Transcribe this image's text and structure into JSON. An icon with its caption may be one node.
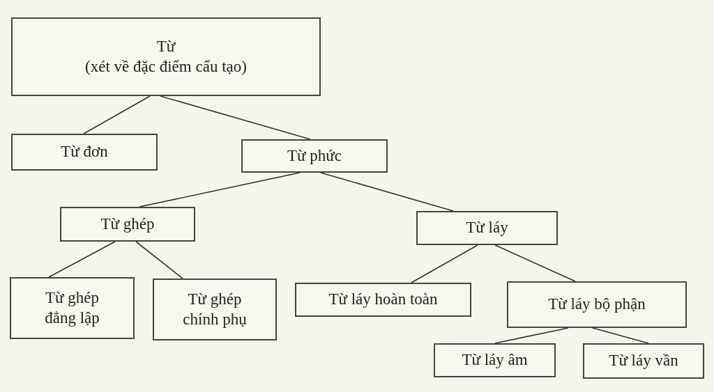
{
  "diagram": {
    "nodes": [
      {
        "text": [
          "Từ",
          "(xét về đặc điểm cấu tạo)"
        ]
      },
      {
        "text": [
          "Từ đơn"
        ]
      },
      {
        "text": [
          "Từ phức"
        ]
      },
      {
        "text": [
          "Từ ghép"
        ]
      },
      {
        "text": [
          "Từ láy"
        ]
      },
      {
        "text": [
          "Từ ghép đẳng lập"
        ]
      },
      {
        "text": [
          "Từ ghép chính phụ"
        ]
      },
      {
        "text": [
          "Từ láy hoàn toàn"
        ]
      },
      {
        "text": [
          "Từ láy bộ phận"
        ]
      },
      {
        "text": [
          "Từ láy âm"
        ]
      },
      {
        "text": [
          "Từ láy vần"
        ]
      }
    ],
    "edges": [
      {
        "from": 0,
        "to": 1,
        "arrow": "none"
      },
      {
        "from": 0,
        "to": 2,
        "arrow": "none"
      },
      {
        "from": 2,
        "to": 3,
        "arrow": "none"
      },
      {
        "from": 2,
        "to": 4,
        "arrow": "none"
      },
      {
        "from": 3,
        "to": 5,
        "arrow": "none"
      },
      {
        "from": 3,
        "to": 6,
        "arrow": "none"
      },
      {
        "from": 4,
        "to": 7,
        "arrow": "none"
      },
      {
        "from": 4,
        "to": 8,
        "arrow": "none"
      },
      {
        "from": 8,
        "to": 9,
        "arrow": "none"
      },
      {
        "from": 8,
        "to": 10,
        "arrow": "none"
      }
    ]
  }
}
